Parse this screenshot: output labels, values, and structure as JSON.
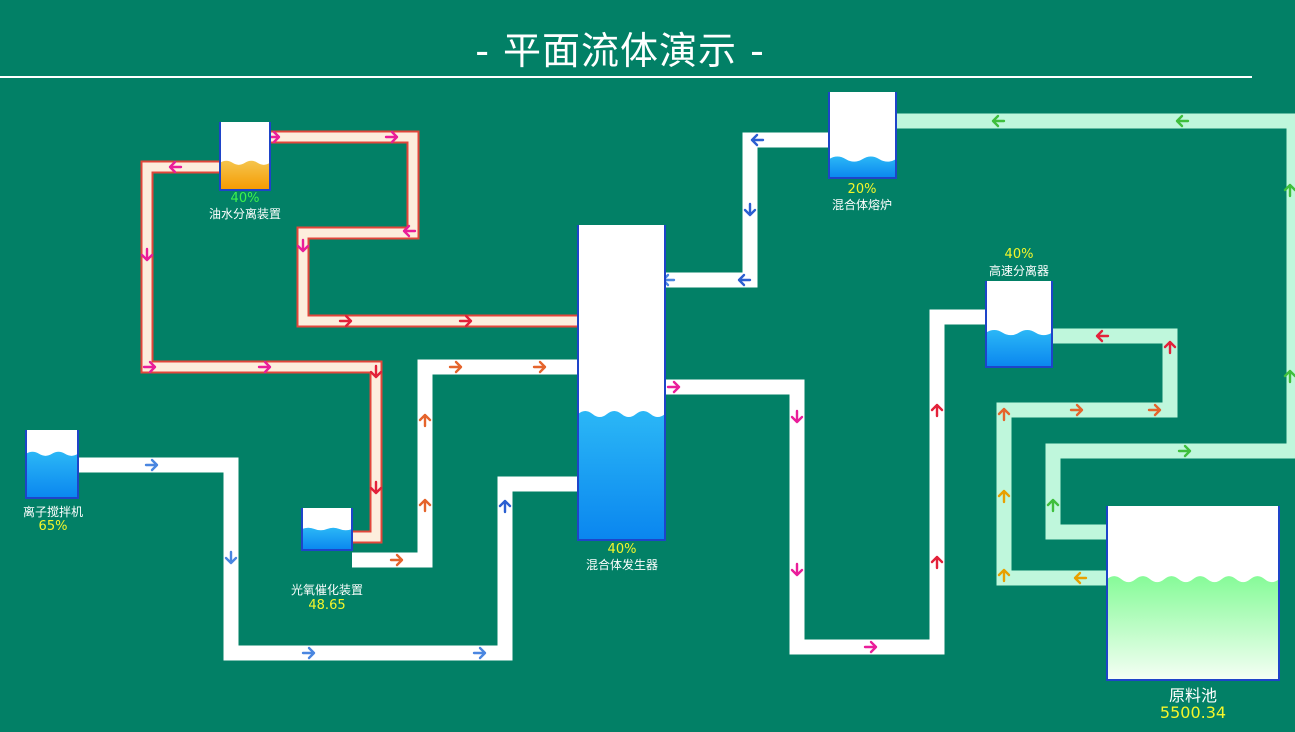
{
  "title": "- 平面流体演示 -",
  "colors": {
    "background": "#028066",
    "pipe_white": "#ffffff",
    "pipe_orange": "#fdeedd",
    "pipe_orange_border": "#e2463a",
    "pipe_green": "#bff7dc",
    "liquid_blue": "#0a8ff0",
    "liquid_orange": "#f5a200",
    "liquid_green": "#8dfc9e",
    "tank_border": "#1e44c9",
    "value_yellow": "#f4f62b",
    "value_green": "#3df24d"
  },
  "devices": {
    "oil_water_separator": {
      "name": "油水分离装置",
      "level": "40%",
      "liquid": "orange"
    },
    "ion_mixer": {
      "name": "离子搅拌机",
      "level": "65%",
      "liquid": "blue"
    },
    "photo_oxidation": {
      "name": "光氧催化装置",
      "level": "48.65",
      "liquid": "blue"
    },
    "mixture_generator": {
      "name": "混合体发生器",
      "level": "40%",
      "liquid": "blue"
    },
    "mixture_furnace": {
      "name": "混合体熔炉",
      "level": "20%",
      "liquid": "blue"
    },
    "high_speed_separator": {
      "name": "高速分离器",
      "level": "40%",
      "liquid": "blue"
    },
    "raw_pool": {
      "name": "原料池",
      "level": "5500.34",
      "liquid": "green"
    }
  }
}
